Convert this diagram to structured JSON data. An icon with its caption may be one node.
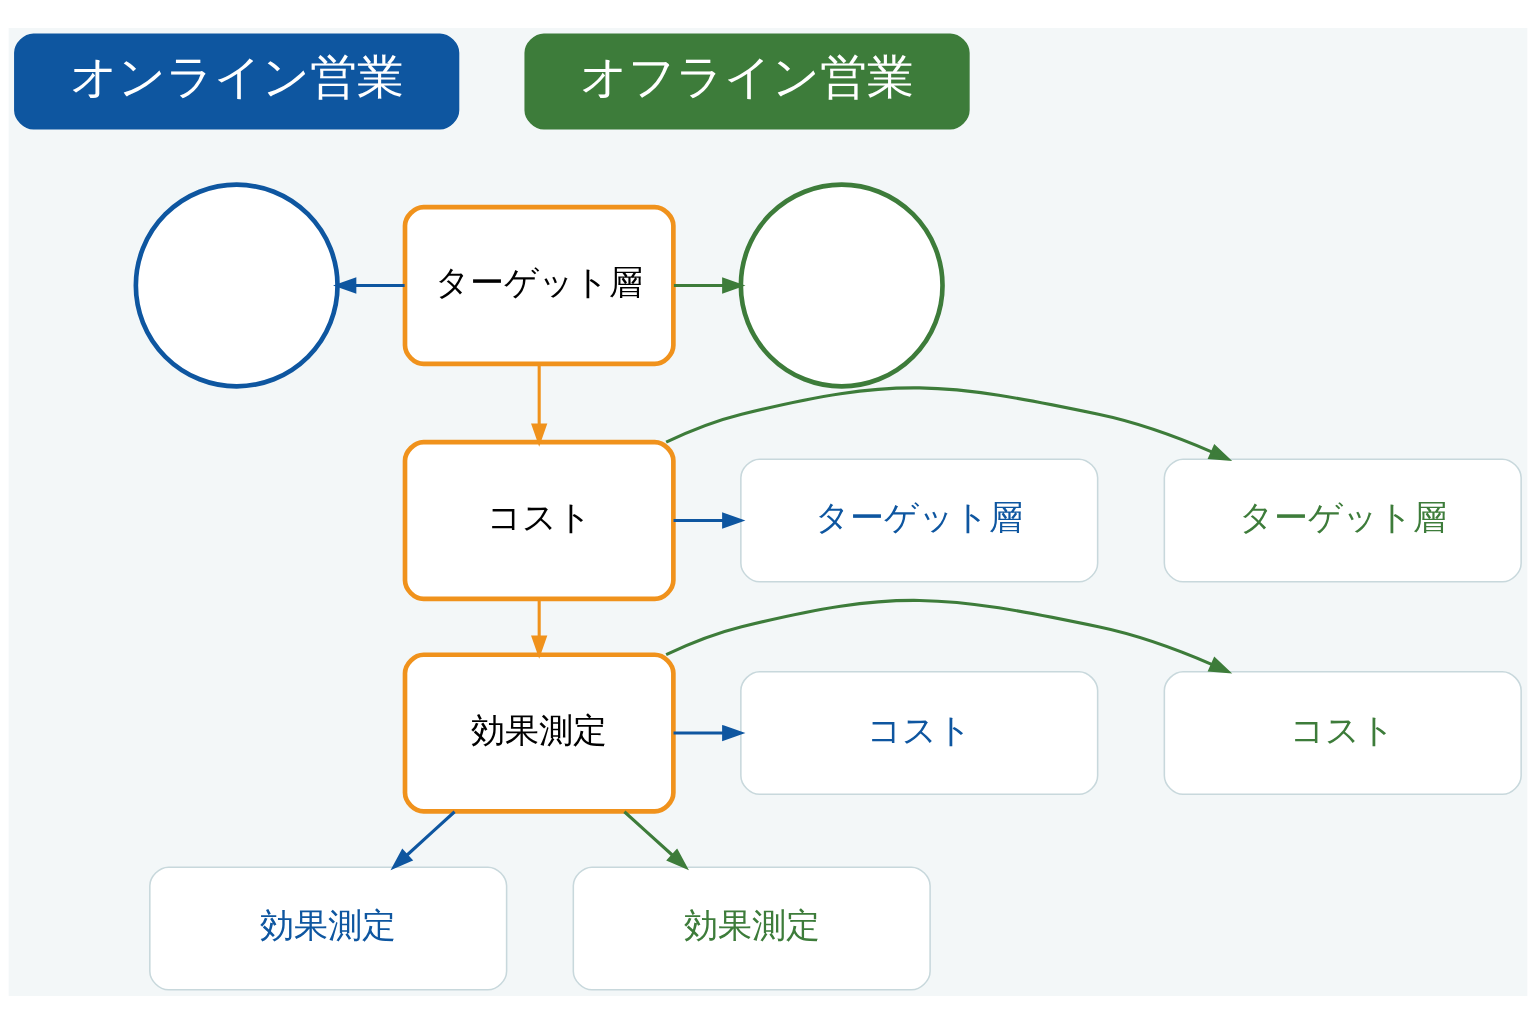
{
  "diagram": {
    "nodes": [
      {
        "text": [
          "オンライン営業"
        ]
      },
      {
        "text": [
          "オフライン営業"
        ]
      },
      {
        "text": [],
        "shape": "circle"
      },
      {
        "text": [
          "ターゲット層"
        ]
      },
      {
        "text": [],
        "shape": "circle"
      },
      {
        "text": [
          "ターゲット層"
        ]
      },
      {
        "text": [
          "コスト"
        ]
      },
      {
        "text": [
          "ターゲット層"
        ]
      },
      {
        "text": [
          "コスト"
        ]
      },
      {
        "text": [
          "効果測定"
        ]
      },
      {
        "text": [
          "コスト"
        ]
      },
      {
        "text": [
          "効果測定"
        ]
      },
      {
        "text": [
          "効果測定"
        ]
      }
    ],
    "edges": [
      {
        "from": 3,
        "to": 2,
        "arrow": "to",
        "color": "#0e56a0"
      },
      {
        "from": 3,
        "to": 4,
        "arrow": "to",
        "color": "#3d7c3a"
      },
      {
        "from": 3,
        "to": 6,
        "arrow": "to",
        "color": "#f0921c"
      },
      {
        "from": 6,
        "to": 5,
        "arrow": "to",
        "color": "#0e56a0"
      },
      {
        "from": 6,
        "to": 7,
        "arrow": "to",
        "color": "#3d7c3a"
      },
      {
        "from": 6,
        "to": 9,
        "arrow": "to",
        "color": "#f0921c"
      },
      {
        "from": 9,
        "to": 8,
        "arrow": "to",
        "color": "#0e56a0"
      },
      {
        "from": 9,
        "to": 10,
        "arrow": "to",
        "color": "#3d7c3a"
      },
      {
        "from": 9,
        "to": 11,
        "arrow": "to",
        "color": "#0e56a0"
      },
      {
        "from": 9,
        "to": 12,
        "arrow": "to",
        "color": "#3d7c3a"
      }
    ]
  }
}
